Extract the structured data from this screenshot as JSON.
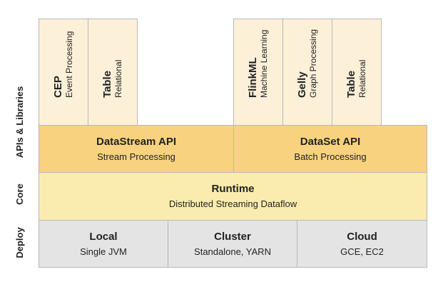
{
  "layers": {
    "apis": "APIs & Libraries",
    "core": "Core",
    "deploy": "Deploy"
  },
  "libraries": [
    {
      "title": "CEP",
      "subtitle": "Event Processing"
    },
    {
      "title": "Table",
      "subtitle": "Relational"
    },
    {
      "title": "FlinkML",
      "subtitle": "Machine Learning"
    },
    {
      "title": "Gelly",
      "subtitle": "Graph Processing"
    },
    {
      "title": "Table",
      "subtitle": "Relational"
    }
  ],
  "apis": [
    {
      "title": "DataStream API",
      "subtitle": "Stream Processing"
    },
    {
      "title": "DataSet API",
      "subtitle": "Batch Processing"
    }
  ],
  "runtime": {
    "title": "Runtime",
    "subtitle": "Distributed Streaming Dataflow"
  },
  "deployments": [
    {
      "title": "Local",
      "subtitle": "Single JVM"
    },
    {
      "title": "Cluster",
      "subtitle": "Standalone, YARN"
    },
    {
      "title": "Cloud",
      "subtitle": "GCE, EC2"
    }
  ]
}
